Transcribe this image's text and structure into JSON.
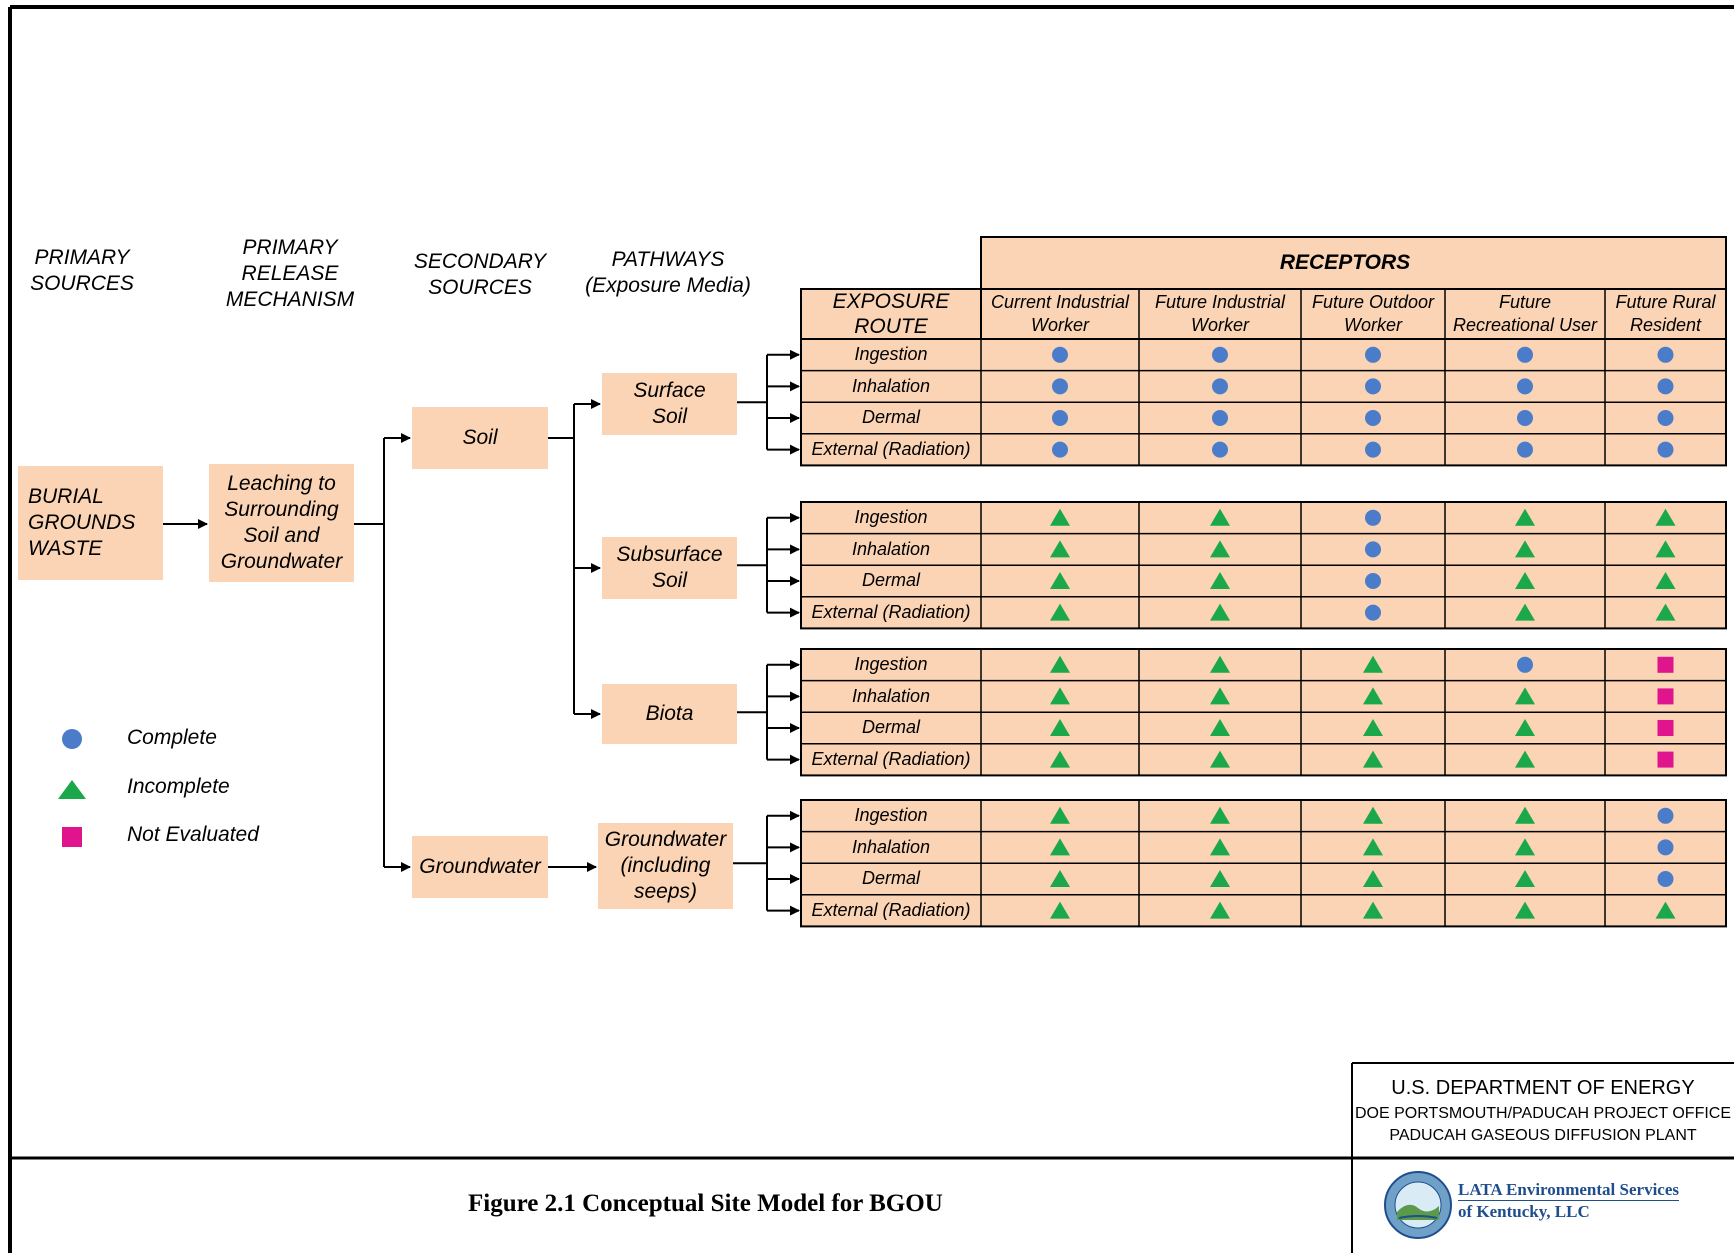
{
  "headers": {
    "primary_sources": "PRIMARY SOURCES",
    "primary_release": "PRIMARY RELEASE MECHANISM",
    "secondary_sources": "SECONDARY SOURCES",
    "pathways": "PATHWAYS (Exposure Media)"
  },
  "boxes": {
    "burial": "BURIAL GROUNDS WASTE",
    "leaching": "Leaching to Surrounding Soil and Groundwater",
    "soil": "Soil",
    "groundwater": "Groundwater",
    "surface_soil": "Surface Soil",
    "subsurface_soil": "Subsurface Soil",
    "biota": "Biota",
    "gw_seeps": "Groundwater (including seeps)"
  },
  "table": {
    "receptors_title": "RECEPTORS",
    "exposure_route_title": "EXPOSURE ROUTE",
    "receptors": [
      "Current Industrial Worker",
      "Future Industrial Worker",
      "Future Outdoor Worker",
      "Future Recreational User",
      "Future Rural Resident"
    ],
    "routes": [
      "Ingestion",
      "Inhalation",
      "Dermal",
      "External (Radiation)"
    ],
    "groups": [
      {
        "pathway": "Surface Soil",
        "rows": [
          [
            "C",
            "C",
            "C",
            "C",
            "C"
          ],
          [
            "C",
            "C",
            "C",
            "C",
            "C"
          ],
          [
            "C",
            "C",
            "C",
            "C",
            "C"
          ],
          [
            "C",
            "C",
            "C",
            "C",
            "C"
          ]
        ]
      },
      {
        "pathway": "Subsurface Soil",
        "rows": [
          [
            "I",
            "I",
            "C",
            "I",
            "I"
          ],
          [
            "I",
            "I",
            "C",
            "I",
            "I"
          ],
          [
            "I",
            "I",
            "C",
            "I",
            "I"
          ],
          [
            "I",
            "I",
            "C",
            "I",
            "I"
          ]
        ]
      },
      {
        "pathway": "Biota",
        "rows": [
          [
            "I",
            "I",
            "I",
            "C",
            "N"
          ],
          [
            "I",
            "I",
            "I",
            "I",
            "N"
          ],
          [
            "I",
            "I",
            "I",
            "I",
            "N"
          ],
          [
            "I",
            "I",
            "I",
            "I",
            "N"
          ]
        ]
      },
      {
        "pathway": "Groundwater (including seeps)",
        "rows": [
          [
            "I",
            "I",
            "I",
            "I",
            "C"
          ],
          [
            "I",
            "I",
            "I",
            "I",
            "C"
          ],
          [
            "I",
            "I",
            "I",
            "I",
            "C"
          ],
          [
            "I",
            "I",
            "I",
            "I",
            "I"
          ]
        ]
      }
    ]
  },
  "legend": {
    "complete": "Complete",
    "incomplete": "Incomplete",
    "not_evaluated": "Not Evaluated"
  },
  "colors": {
    "box_fill": "#fad4b4",
    "complete": "#4a7cc9",
    "incomplete": "#1aa84a",
    "not_evaluated": "#e0148c"
  },
  "footer": {
    "doe_title": "U.S. DEPARTMENT OF ENERGY",
    "doe_line2": "DOE PORTSMOUTH/PADUCAH PROJECT OFFICE",
    "doe_line3": "PADUCAH GASEOUS DIFFUSION PLANT",
    "caption": "Figure 2.1 Conceptual Site Model for BGOU",
    "lata_line1": "LATA Environmental Services",
    "lata_line2": "of Kentucky, LLC"
  }
}
